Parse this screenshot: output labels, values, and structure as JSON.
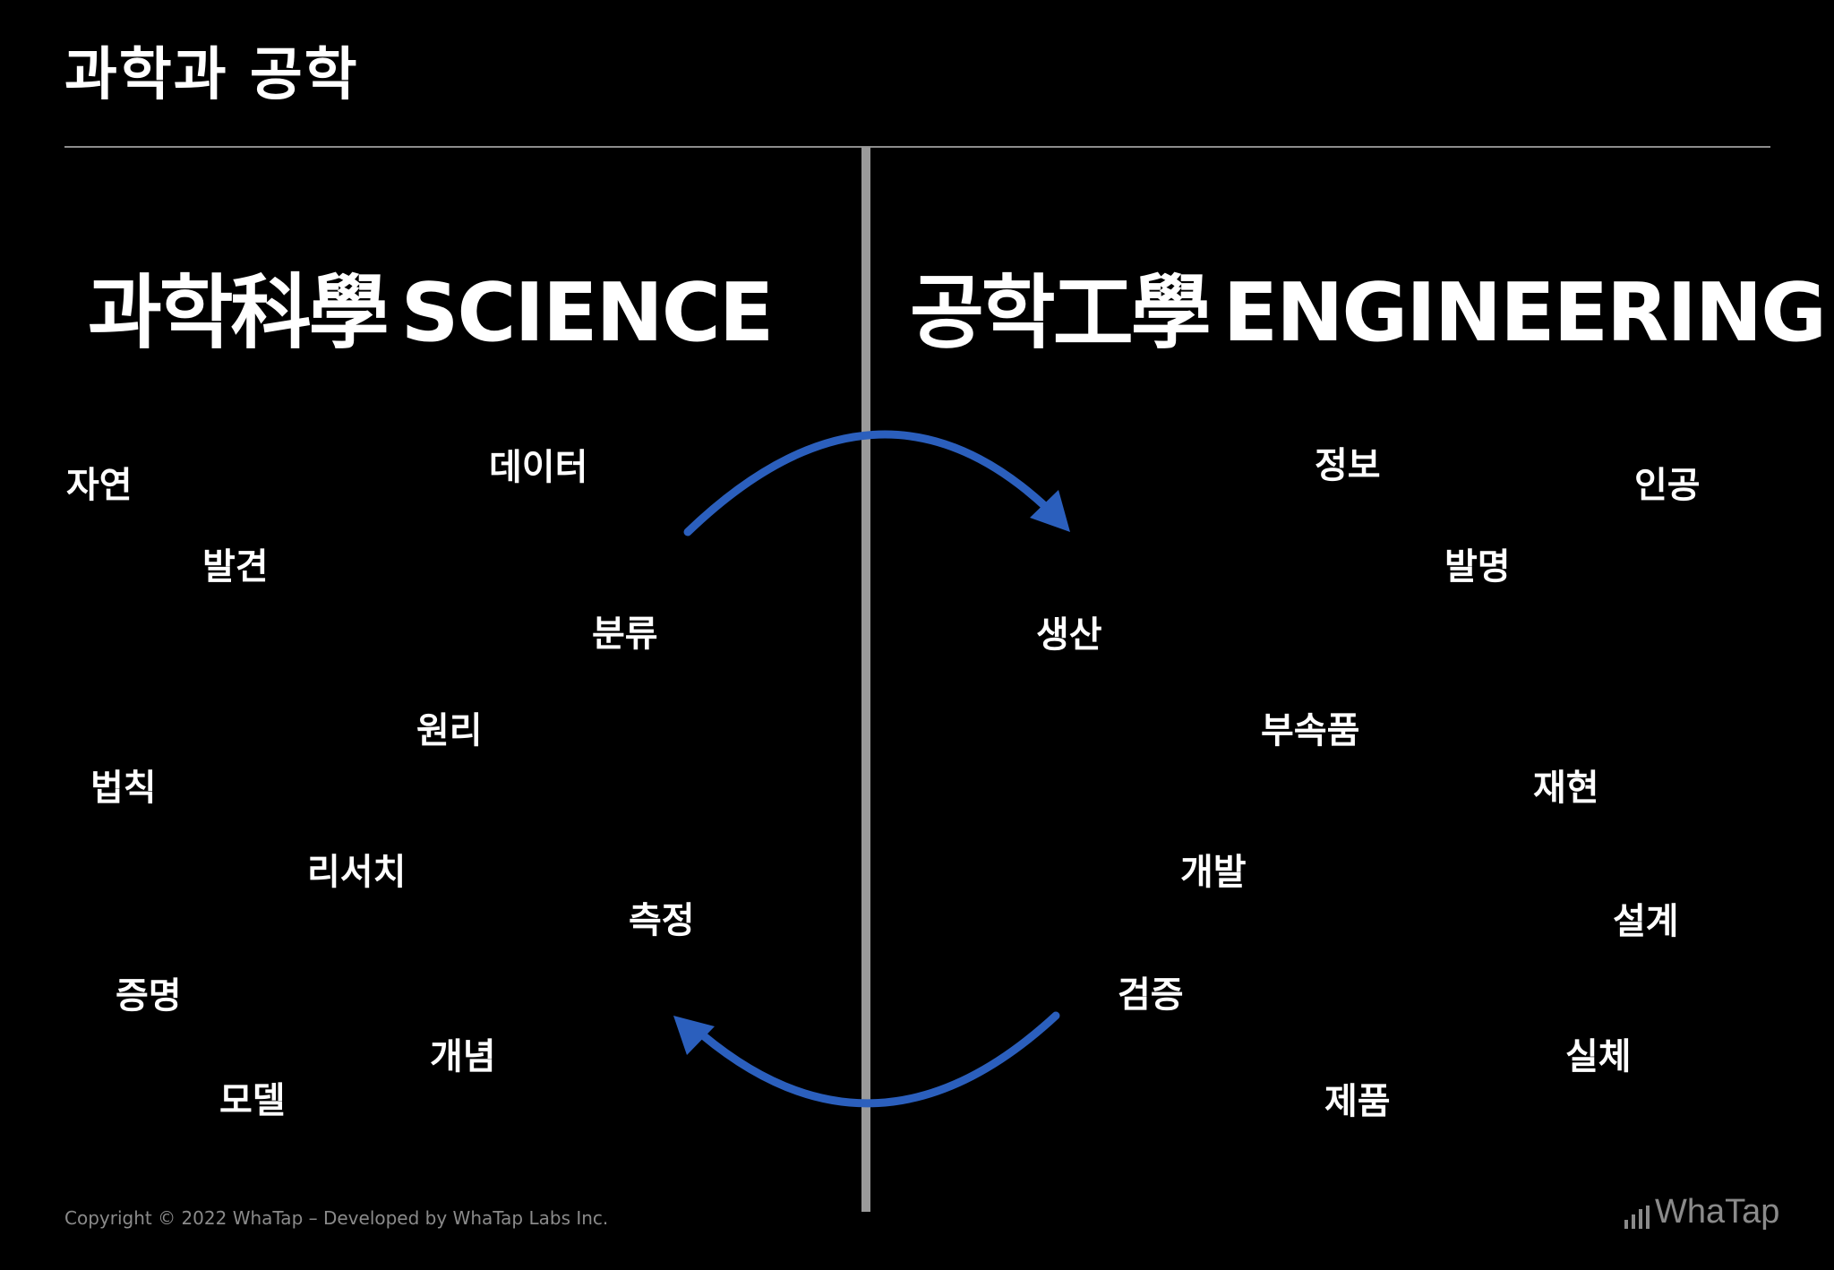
{
  "slide": {
    "title": "과학과 공학",
    "copyright": "Copyright © 2022 WhaTap – Developed by WhaTap Labs Inc.",
    "logo_text": "WhaTap"
  },
  "science": {
    "heading_ko": "과학科學",
    "heading_en": "SCIENCE",
    "words": {
      "nature": "자연",
      "data": "데이터",
      "discovery": "발견",
      "classification": "분류",
      "principle": "원리",
      "law": "법칙",
      "research": "리서치",
      "measurement": "측정",
      "proof": "증명",
      "concept": "개념",
      "model": "모델"
    }
  },
  "engineering": {
    "heading_ko": "공학工學",
    "heading_en": "ENGINEERING",
    "words": {
      "information": "정보",
      "artificial": "인공",
      "invention": "발명",
      "production": "생산",
      "parts": "부속품",
      "reproduction": "재현",
      "development": "개발",
      "design": "설계",
      "verification": "검증",
      "entity": "실체",
      "product": "제품"
    }
  },
  "colors": {
    "background": "#000000",
    "text": "#ffffff",
    "arrow": "#2b5fbd",
    "divider": "#9a9a9a",
    "footer": "#8a8a8a"
  },
  "icons": {
    "cycle_arrows": "circular-arrows",
    "logo": "bar-chart-logo"
  }
}
